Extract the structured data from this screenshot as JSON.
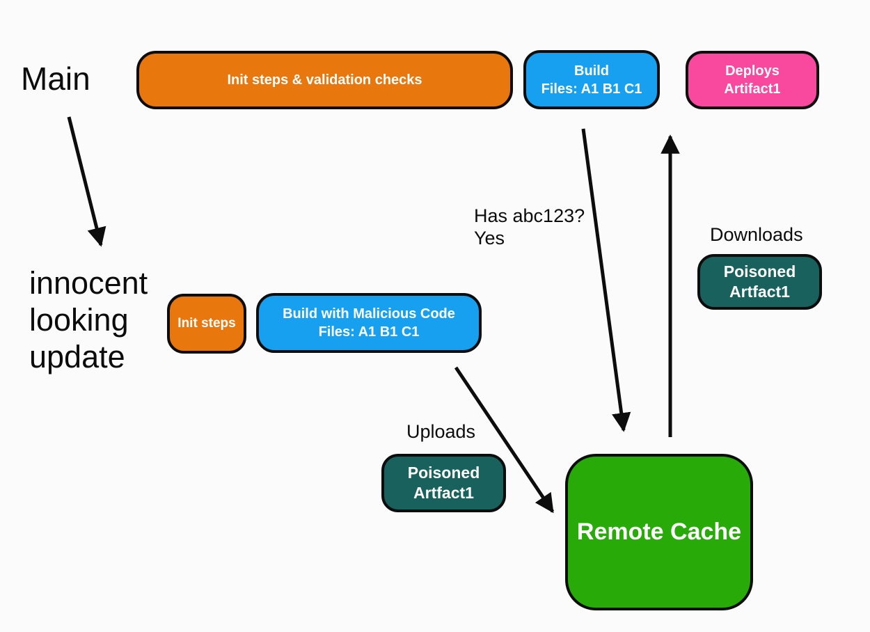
{
  "colors": {
    "orange": "#E8770E",
    "blue": "#18A0F0",
    "pink": "#F9499E",
    "teal": "#19615C",
    "green": "#28AB09",
    "line": "#0D0D0D"
  },
  "main_branch": {
    "label": "Main",
    "init_validation": "Init steps & validation checks",
    "build": {
      "line1": "Build",
      "line2": "Files: A1 B1 C1"
    },
    "deploy": {
      "line1": "Deploys",
      "line2": "Artifact1"
    }
  },
  "update_branch": {
    "label": {
      "line1": "innocent",
      "line2": "looking",
      "line3": "update"
    },
    "init": "Init steps",
    "build": {
      "line1": "Build with Malicious Code",
      "line2": "Files: A1 B1 C1"
    }
  },
  "remote_cache": {
    "label": "Remote Cache"
  },
  "annotations": {
    "cache_query": {
      "line1": "Has abc123?",
      "line2": "Yes"
    },
    "downloads": "Downloads",
    "uploads": "Uploads"
  },
  "artifacts": {
    "poisoned_upload": {
      "line1": "Poisoned",
      "line2": "Artfact1"
    },
    "poisoned_download": {
      "line1": "Poisoned",
      "line2": "Artfact1"
    }
  }
}
